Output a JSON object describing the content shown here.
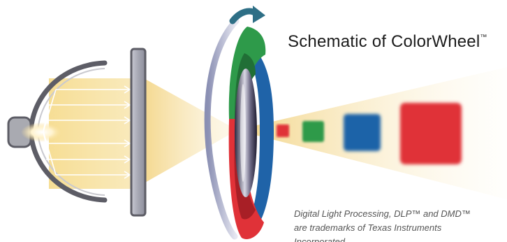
{
  "title": "Schematic of ColorWheel",
  "title_mark": "™",
  "trademark_lines": [
    "Digital Light Processing, DLP™ and DMD™",
    "are trademarks of Texas Instruments",
    "Incorporated"
  ],
  "colors": {
    "red": "#e03238",
    "green": "#2e9a4a",
    "blue": "#1f63a8",
    "arrow": "#2e6f86",
    "beam": "#f4d98a",
    "lamp_housing": "#5d5d66",
    "lens": "#9fa0ab"
  },
  "projected_squares": [
    "red",
    "green",
    "blue",
    "red"
  ]
}
